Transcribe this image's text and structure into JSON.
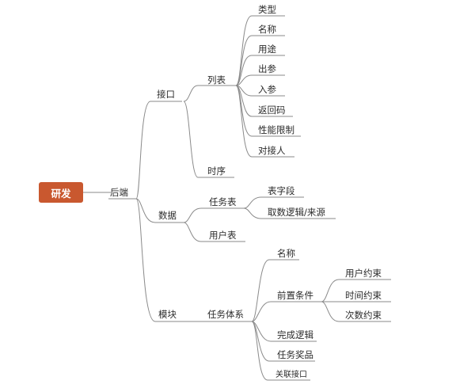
{
  "root": "研发",
  "backend": "后端",
  "interface": "接口",
  "list": "列表",
  "list_items": [
    "类型",
    "名称",
    "用途",
    "出参",
    "入参",
    "返回码",
    "性能限制",
    "对接人"
  ],
  "timing": "时序",
  "data": "数据",
  "task_table": "任务表",
  "task_table_items": [
    "表字段",
    "取数逻辑/来源"
  ],
  "user_table": "用户表",
  "module": "模块",
  "task_system": "任务体系",
  "task_system_items": {
    "name": "名称",
    "precondition": "前置条件",
    "precondition_items": [
      "用户约束",
      "时间约束",
      "次数约束"
    ],
    "complete_logic": "完成逻辑",
    "reward": "任务奖品",
    "related_interface": "关联接口"
  },
  "colors": {
    "root_bg": "#c9582f",
    "line": "#8a8a8a"
  }
}
